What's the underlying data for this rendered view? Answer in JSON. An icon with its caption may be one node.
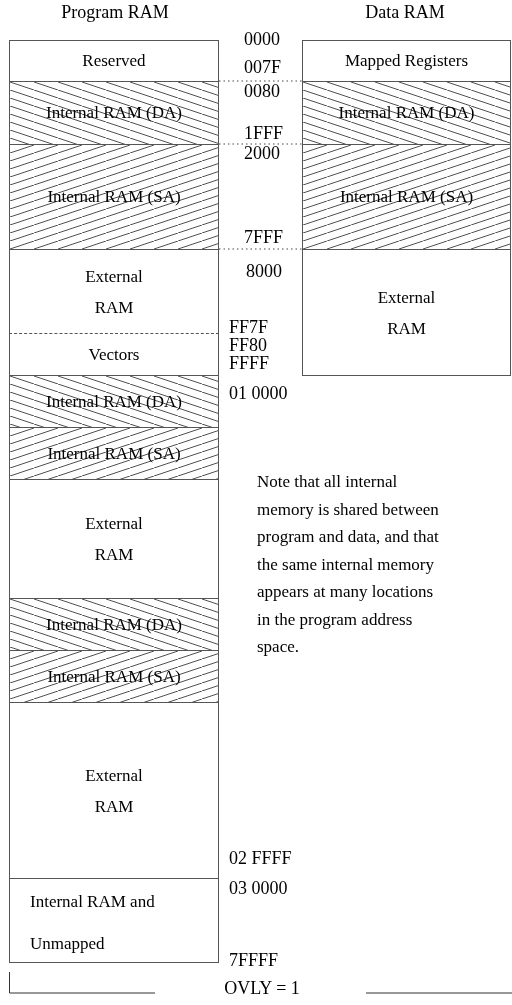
{
  "diagram": {
    "nodes": [
      {
        "text": [
          "Reserved"
        ]
      },
      {
        "text": [
          "Internal RAM (DA)"
        ]
      },
      {
        "text": [
          "Internal RAM (SA)"
        ]
      },
      {
        "text": [
          "External RAM"
        ]
      },
      {
        "text": [
          "Vectors"
        ]
      },
      {
        "text": [
          "Internal RAM (DA)"
        ]
      },
      {
        "text": [
          "Internal RAM (SA)"
        ]
      },
      {
        "text": [
          "External RAM"
        ]
      },
      {
        "text": [
          "Internal RAM (DA)"
        ]
      },
      {
        "text": [
          "Internal RAM (SA)"
        ]
      },
      {
        "text": [
          "External RAM"
        ]
      },
      {
        "text": [
          "Internal RAM and Unmapped"
        ]
      },
      {
        "text": [
          "Mapped Registers"
        ]
      },
      {
        "text": [
          "Internal RAM (DA)"
        ]
      },
      {
        "text": [
          "Internal RAM (SA)"
        ]
      },
      {
        "text": [
          "External RAM"
        ]
      }
    ],
    "labels": [
      "Program RAM",
      "Data RAM",
      "0000",
      "007F",
      "0080",
      "1FFF",
      "2000",
      "7FFF",
      "8000",
      "FF7F",
      "FF80",
      "FFFF",
      "01 0000",
      "Note that all internal memory is shared between program and data, and that the same internal memory appears at many locations in the program address space.",
      "02 FFFF",
      "03 0000",
      "7FFFF",
      "OVLY = 1"
    ]
  }
}
